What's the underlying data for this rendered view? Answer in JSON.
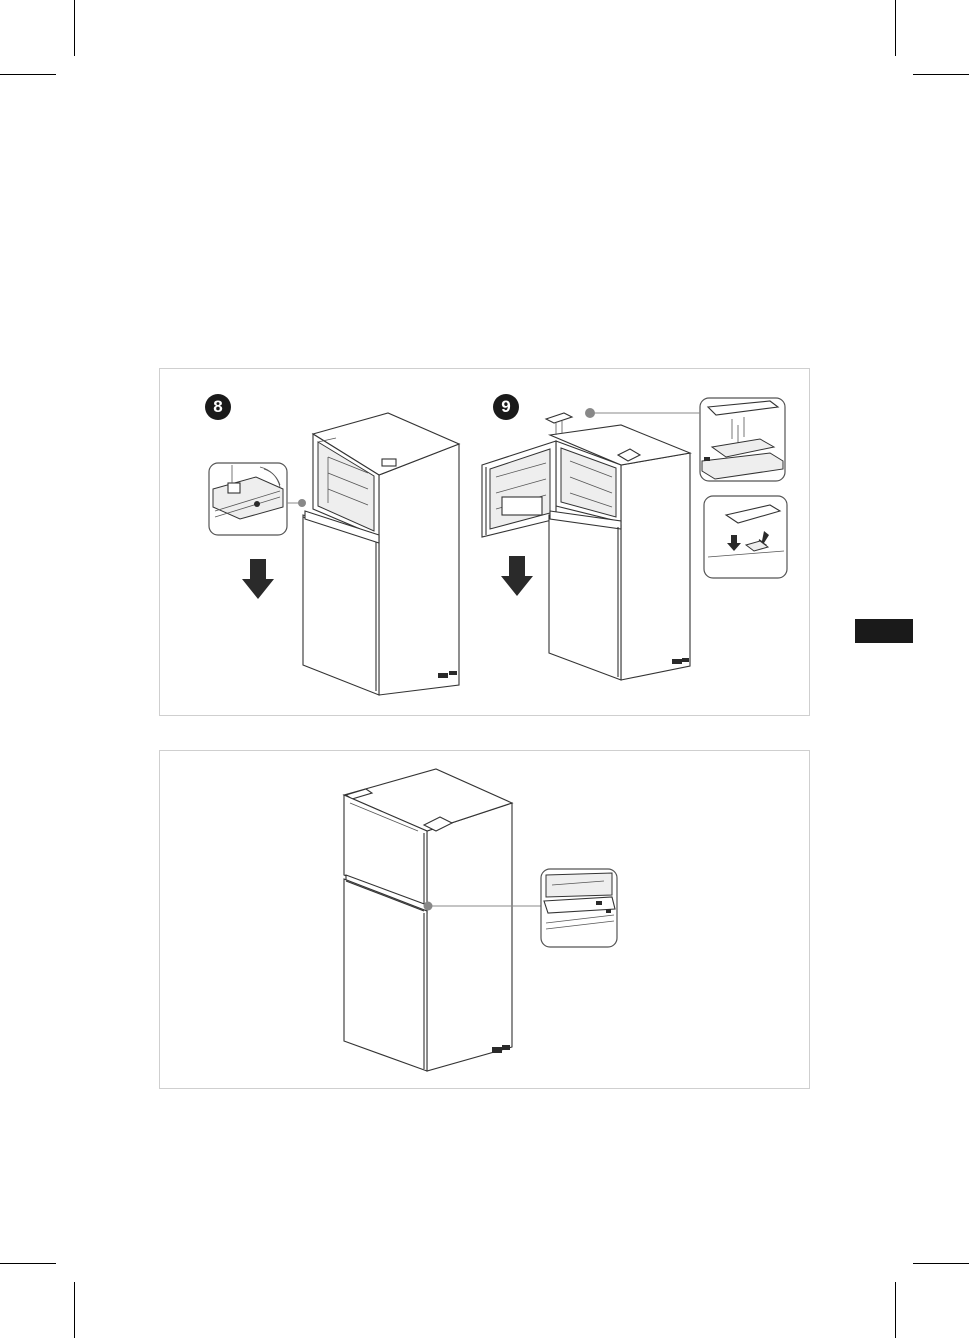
{
  "steps": {
    "step8": {
      "number": "8"
    },
    "step9": {
      "number": "9"
    }
  },
  "icons": {
    "down_arrow": "down-arrow-icon",
    "step_badge": "numbered-circle"
  },
  "colors": {
    "panel_border": "#cfcfcf",
    "line_art": "#333333",
    "leader": "#888888",
    "tab_marker": "#1a1a1a"
  }
}
